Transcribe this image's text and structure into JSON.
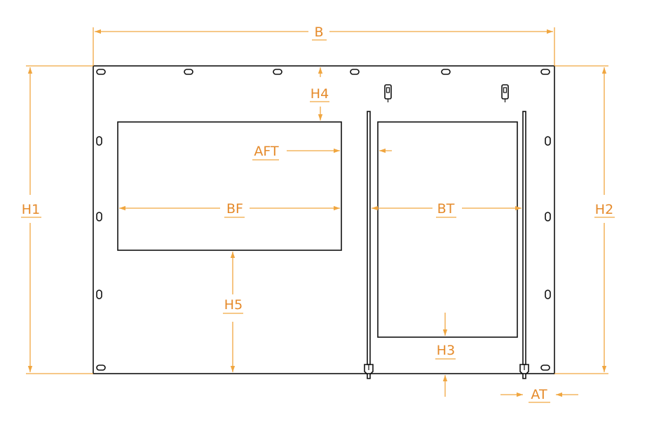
{
  "colors": {
    "dimension": "#f0a640",
    "label": "#e58a2a",
    "outline": "#111111",
    "background": "#ffffff"
  },
  "labels": {
    "overall_width": "B",
    "overall_height_left": "H1",
    "overall_height_right": "H2",
    "top_offset": "H4",
    "front_cutout_offset": "AFT",
    "front_cutout_width": "BF",
    "front_cutout_bottom": "H5",
    "top_cutout_width": "BT",
    "top_cutout_bottom": "H3",
    "rail_offset": "AT"
  }
}
